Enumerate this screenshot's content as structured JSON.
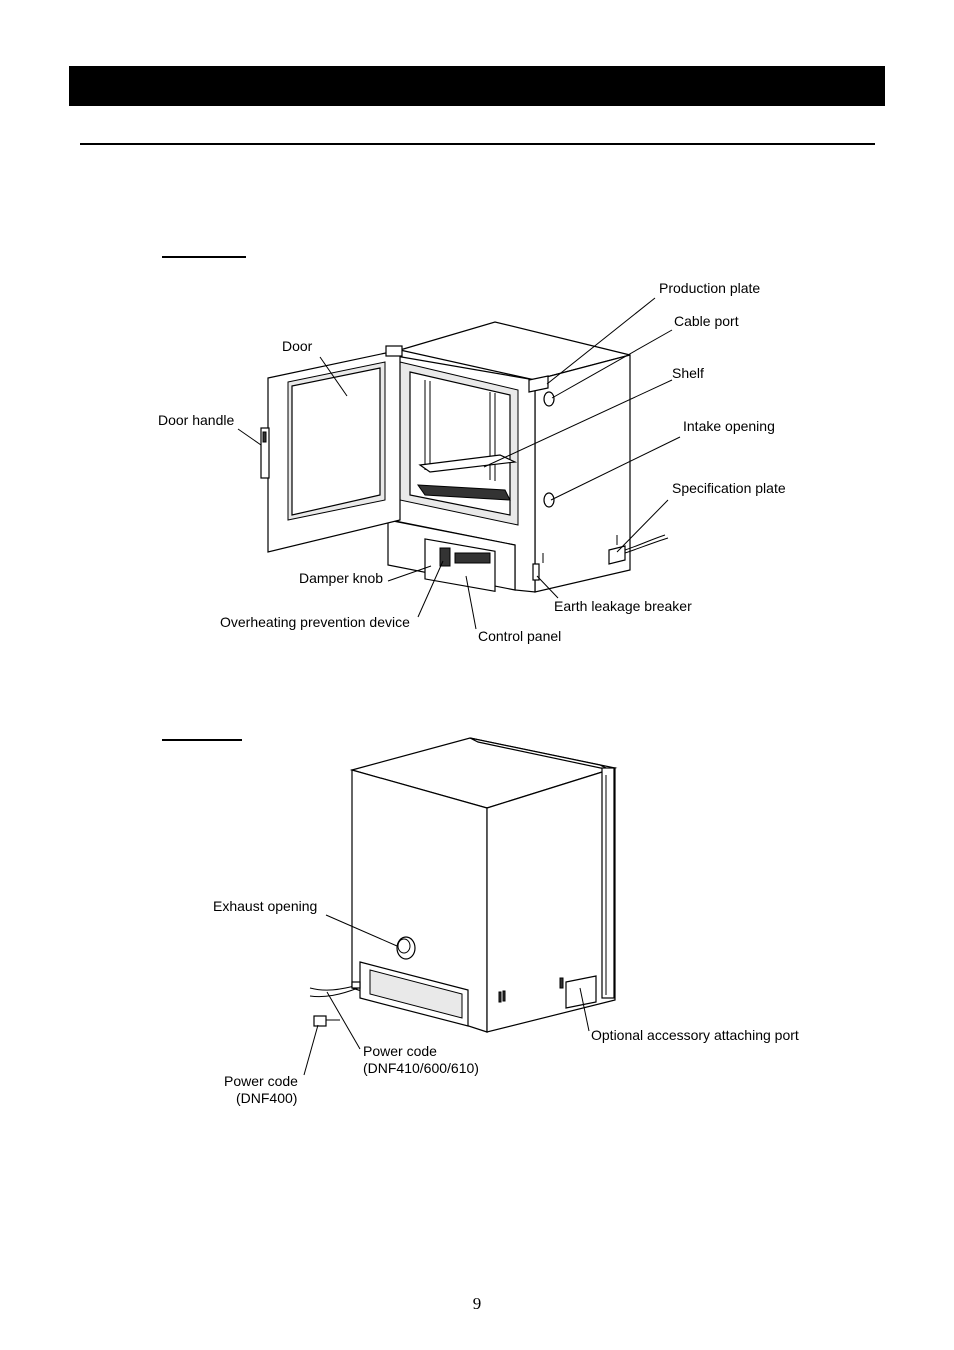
{
  "front_view": {
    "labels": {
      "production_plate": "Production plate",
      "cable_port": "Cable port",
      "shelf": "Shelf",
      "intake_opening": "Intake opening",
      "specification_plate": "Specification plate",
      "door": "Door",
      "door_handle": "Door handle",
      "damper_knob": "Damper  knob",
      "overheating_prevention_device": "Overheating prevention device",
      "control_panel": "Control panel",
      "earth_leakage_breaker": "Earth leakage breaker"
    }
  },
  "rear_view": {
    "labels": {
      "exhaust_opening": "Exhaust opening",
      "optional_accessory_attaching_port": "Optional accessory attaching port",
      "power_code_multi": "Power code",
      "power_code_multi_models": "(DNF410/600/610)",
      "power_code_single": "Power code",
      "power_code_single_model": "(DNF400)"
    }
  },
  "page": {
    "number": "9"
  }
}
